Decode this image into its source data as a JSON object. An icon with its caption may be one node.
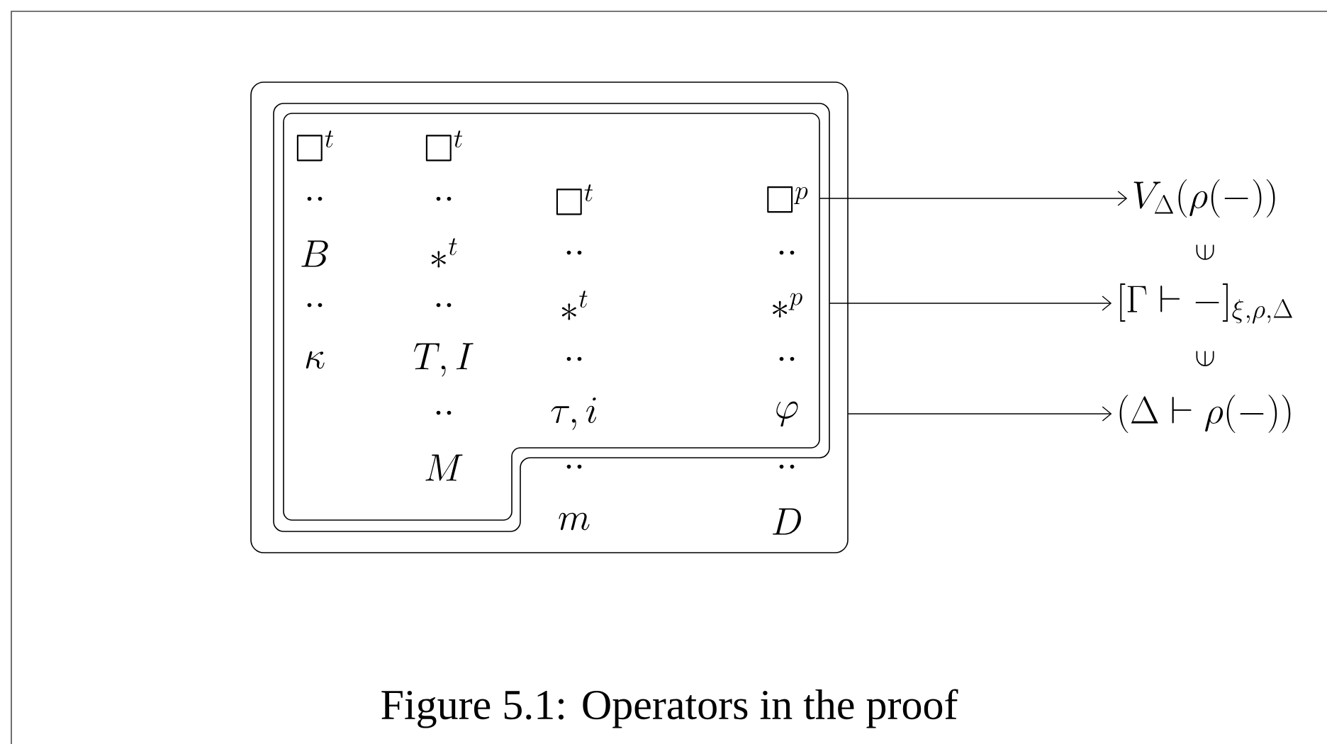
{
  "diagram": {
    "caption": "Figure 5.1: Operators in the proof",
    "nodes": [
      {
        "text": [
          "\\cdot\\cdot",
          "\\cdot\\cdot",
          "m",
          "D"
        ]
      },
      {
        "text": [],
        "shape": "box",
        "in": 0
      },
      {
        "text": [
          "\\Box^t",
          "\\Box^t",
          "\\cdot\\cdot",
          "\\cdot\\cdot",
          "\\Box^t",
          "\\Box^p",
          "B",
          "*^t",
          "\\cdot\\cdot",
          "\\cdot\\cdot",
          "\\cdot\\cdot",
          "\\cdot\\cdot",
          "*^t",
          "*^p",
          "\\kappa",
          "T,I",
          "\\cdot\\cdot",
          "\\cdot\\cdot",
          "\\cdot\\cdot",
          "\\tau,i",
          "\\varphi",
          "M"
        ],
        "in": 1
      },
      {
        "text": [
          "V_\\Delta(\\rho(-))"
        ]
      },
      {
        "text": [
          "[\\Gamma\\vdash -]_{\\xi,\\rho,\\Delta}"
        ]
      },
      {
        "text": [
          "(\\Delta\\vdash \\rho(-))"
        ]
      }
    ],
    "edges": [
      {
        "from": 2,
        "to": 3,
        "arrow": "to"
      },
      {
        "from": 1,
        "to": 4,
        "arrow": "to"
      },
      {
        "from": 0,
        "to": 5,
        "arrow": "to"
      }
    ],
    "labels": [
      "\\in",
      "\\in"
    ]
  }
}
